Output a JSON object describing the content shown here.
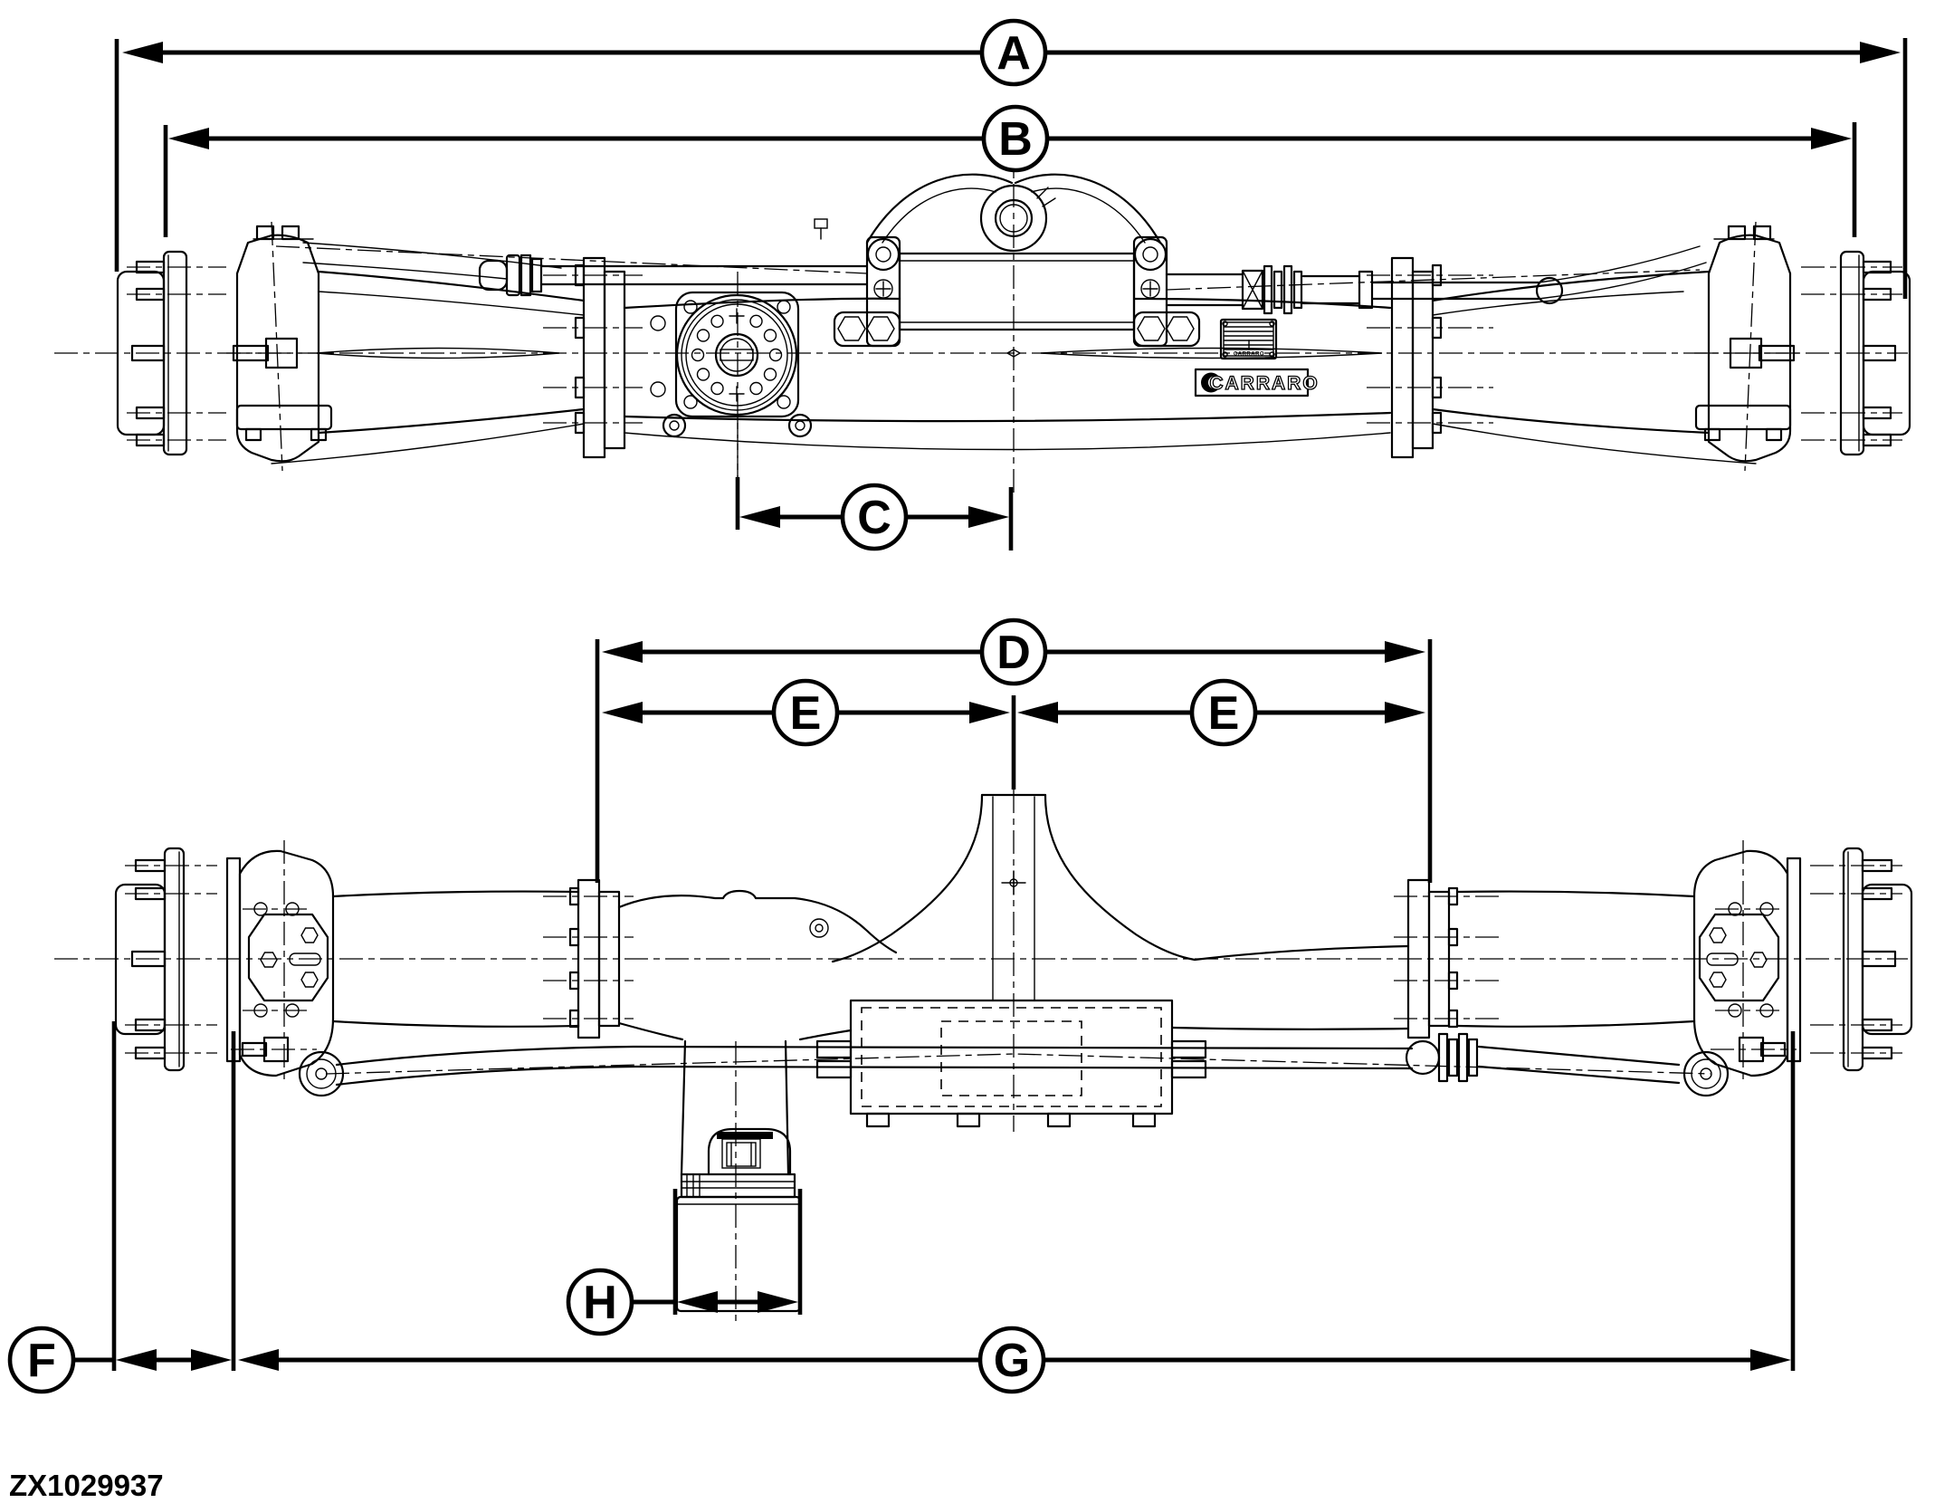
{
  "page": {
    "background": "#ffffff",
    "line_color": "#000000"
  },
  "drawing": {
    "code": "ZX1029937",
    "brand": "CARRARO",
    "plate_text": "CARRARO"
  },
  "dimensions": {
    "a": "A",
    "b": "B",
    "c": "C",
    "d": "D",
    "e1": "E",
    "e2": "E",
    "f": "F",
    "g": "G",
    "h": "H"
  }
}
